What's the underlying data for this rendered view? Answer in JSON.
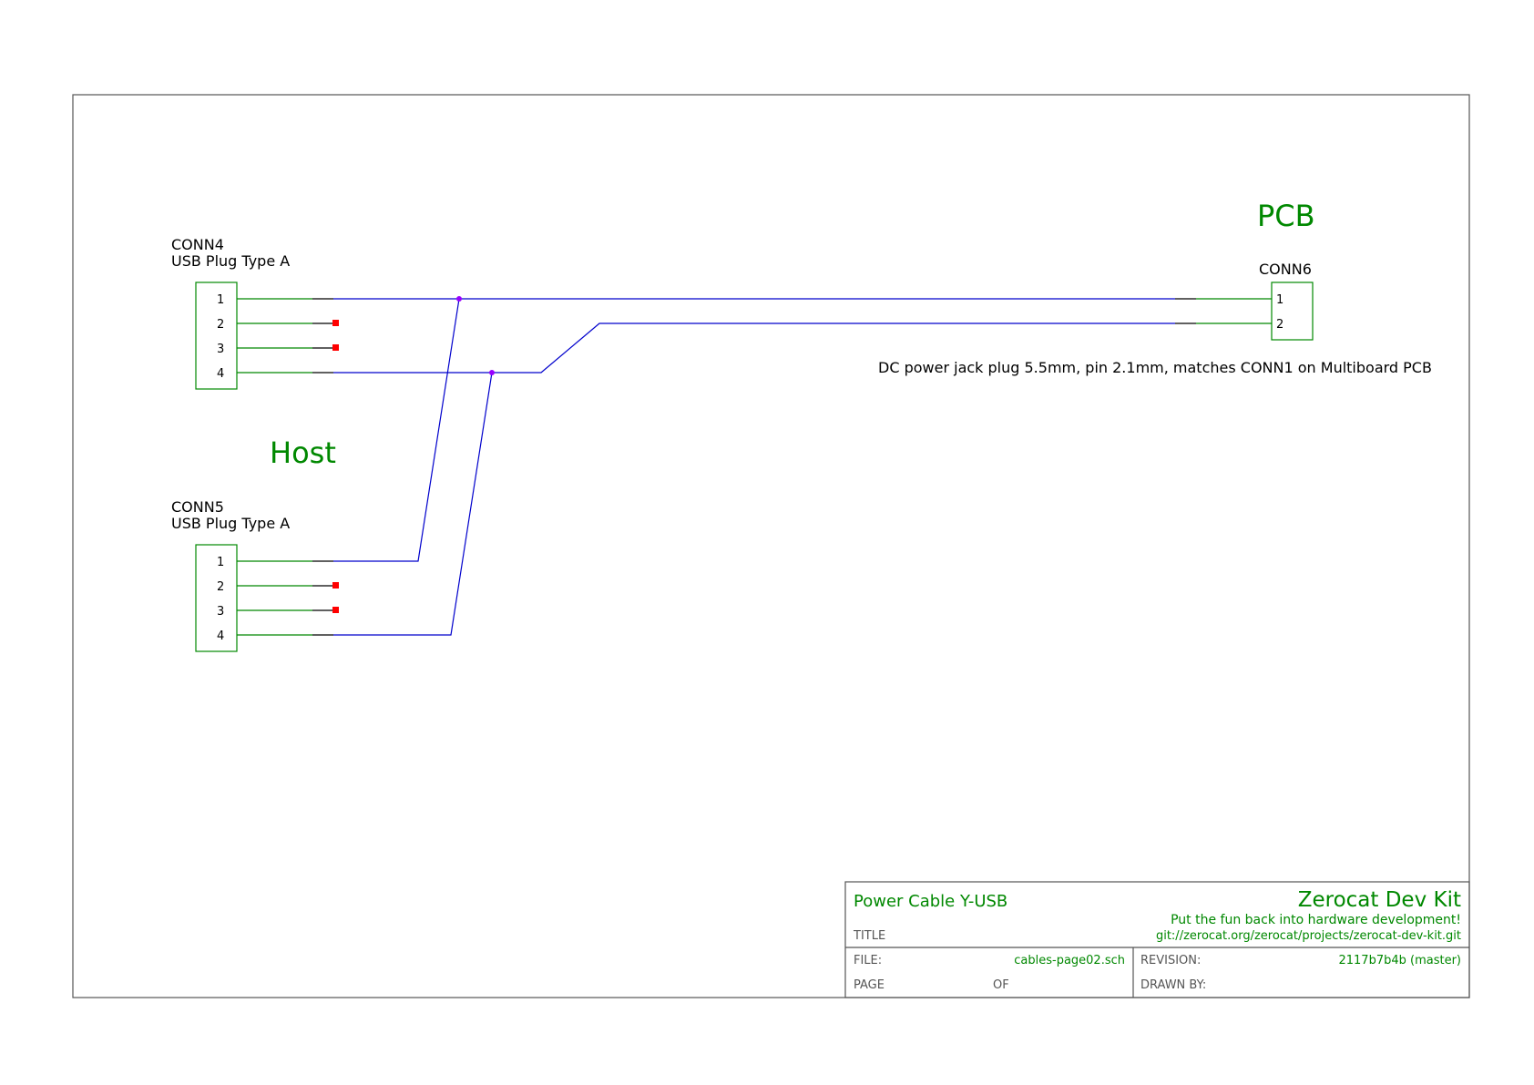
{
  "colors": {
    "frame": "#555555",
    "symbol": "#008800",
    "wire": "#0000cc",
    "junction": "#9900ff",
    "unconnected": "#ff0000",
    "label": "#000000"
  },
  "labels": {
    "pcb": "PCB",
    "host": "Host",
    "note": "DC power jack plug 5.5mm, pin 2.1mm, matches CONN1 on Multiboard PCB"
  },
  "conn4": {
    "ref": "CONN4",
    "value": "USB Plug Type A",
    "pins": [
      "1",
      "2",
      "3",
      "4"
    ]
  },
  "conn5": {
    "ref": "CONN5",
    "value": "USB Plug Type A",
    "pins": [
      "1",
      "2",
      "3",
      "4"
    ]
  },
  "conn6": {
    "ref": "CONN6",
    "pins": [
      "1",
      "2"
    ]
  },
  "title_block": {
    "title_value": "Power Cable Y-USB",
    "title_label": "TITLE",
    "company": "Zerocat Dev Kit",
    "slogan": "Put the fun back into hardware development!",
    "repo": "git://zerocat.org/zerocat/projects/zerocat-dev-kit.git",
    "file_label": "FILE:",
    "file_value": "cables-page02.sch",
    "revision_label": "REVISION:",
    "revision_value": "2117b7b4b (master)",
    "page_label": "PAGE",
    "of_label": "OF",
    "drawn_by_label": "DRAWN BY:"
  }
}
